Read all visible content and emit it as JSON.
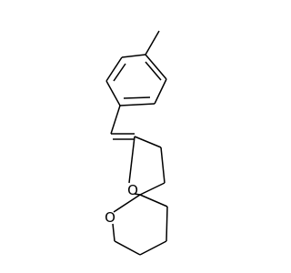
{
  "molecule": {
    "atoms": [
      {
        "id": "O1",
        "label": "O"
      },
      {
        "id": "O2",
        "label": "O"
      }
    ]
  }
}
